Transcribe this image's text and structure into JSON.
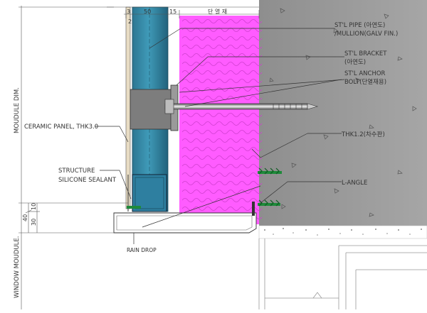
{
  "dimensions": {
    "top_3": "3",
    "top_50": "50",
    "top_15": "15",
    "top_2": "2",
    "insulation": "단 열 재",
    "left_40": "40",
    "left_10": "10",
    "left_30": "30"
  },
  "side_labels": {
    "moudule_dim": "MOUDULE DIM.",
    "window_moudule": "WINDOW MOUDULE."
  },
  "callouts": {
    "pipe_line1": "ST'L PIPE (아연도)",
    "pipe_line2": "/MULLION(GALV FIN.)",
    "bracket_line1": "ST'L BRACKET",
    "bracket_line2": "(아연도)",
    "anchor_line1": "ST'L ANCHOR",
    "anchor_line2": "BOLT(단열재용)",
    "ceramic": "CERAMIC PANEL, THK3.0",
    "thk": "THK1.2(차수판)",
    "structure_line1": "STRUCTURE",
    "structure_line2": "SILICONE SEALANT",
    "langle": "L-ANGLE",
    "rain": "RAIN DROP"
  },
  "colors": {
    "insulation": "#ff55ff",
    "mullion": "#2e7fa0",
    "concrete": "#9a9a9a",
    "bracket": "#7d7d7d",
    "anchor_green": "#1e8a3a"
  }
}
